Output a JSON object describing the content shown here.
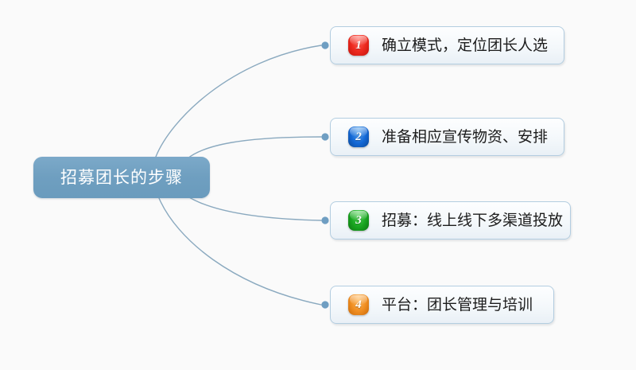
{
  "diagram": {
    "type": "mindmap",
    "background_color": "#fafafa",
    "root": {
      "label": "招募团长的步骤",
      "fill_color": "#6f9fc0",
      "text_color": "#ffffff"
    },
    "connector": {
      "line_color": "#8aa9bf",
      "dot_color": "#6f9ec2"
    },
    "branches": [
      {
        "number": "1",
        "label": "确立模式，定位团长人选",
        "badge_color": "#ee2b20",
        "badge_name": "number-badge-red"
      },
      {
        "number": "2",
        "label": "准备相应宣传物资、安排",
        "badge_color": "#1368d6",
        "badge_name": "number-badge-blue"
      },
      {
        "number": "3",
        "label": "招募：线上线下多渠道投放",
        "badge_color": "#19a520",
        "badge_name": "number-badge-green"
      },
      {
        "number": "4",
        "label": "平台：团长管理与培训",
        "badge_color": "#f08e22",
        "badge_name": "number-badge-orange"
      }
    ]
  }
}
